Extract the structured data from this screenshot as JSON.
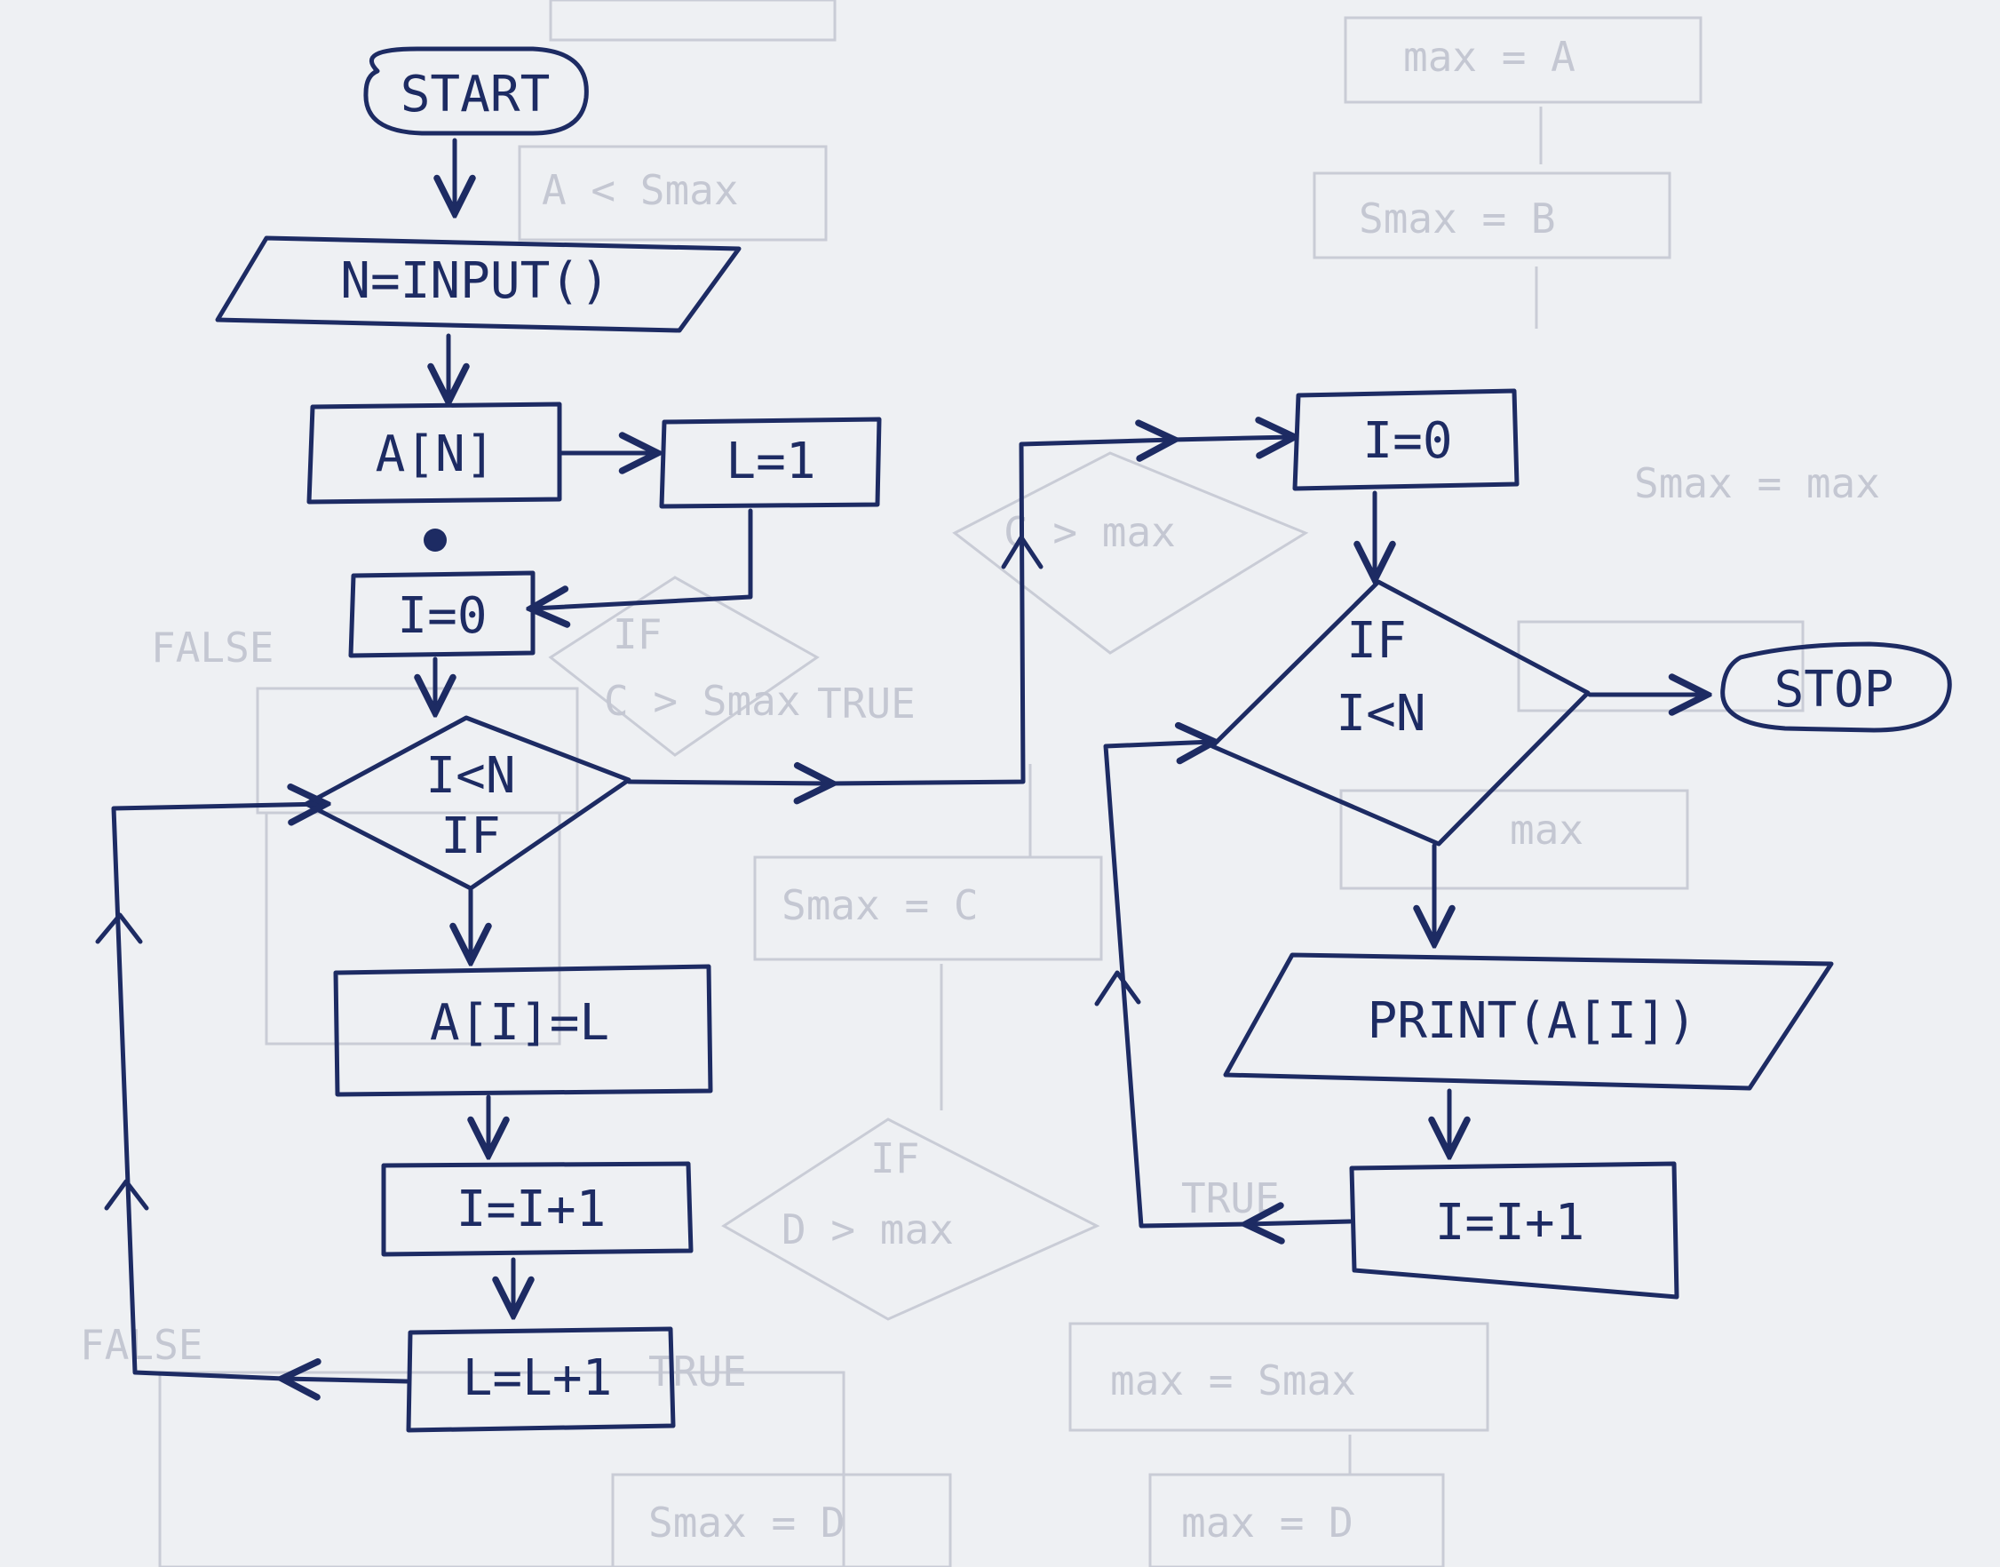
{
  "diagram": {
    "left": {
      "start": "START",
      "input": "N=INPUT()",
      "array": "A[N]",
      "set_l": "L=1",
      "set_i": "I=0",
      "cond_line1": "I<N",
      "cond_line2": "IF",
      "assign": "A[I]=L",
      "inc_i": "I=I+1",
      "inc_l": "L=L+1"
    },
    "right": {
      "set_i": "I=0",
      "cond_line1": "IF",
      "cond_line2": "I<N",
      "stop": "STOP",
      "print": "PRINT(A[I])",
      "inc_i": "I=I+1"
    }
  },
  "ghost_text": {
    "g1": "max = A",
    "g2": "Smax = B",
    "g3": "A < Smax",
    "g4": "C > max",
    "g5": "IF",
    "g6": "C > Smax",
    "g7": "TRUE",
    "g8": "FALSE",
    "g9": "Smax = C",
    "g10": "Smax = max",
    "g11": "max",
    "g12": "IF",
    "g13": "D > max",
    "g14": "TRUE",
    "g15": "FALSE",
    "g16": "TRUE",
    "g17": "max = Smax",
    "g18": "Smax = D",
    "g19": "max = D"
  }
}
